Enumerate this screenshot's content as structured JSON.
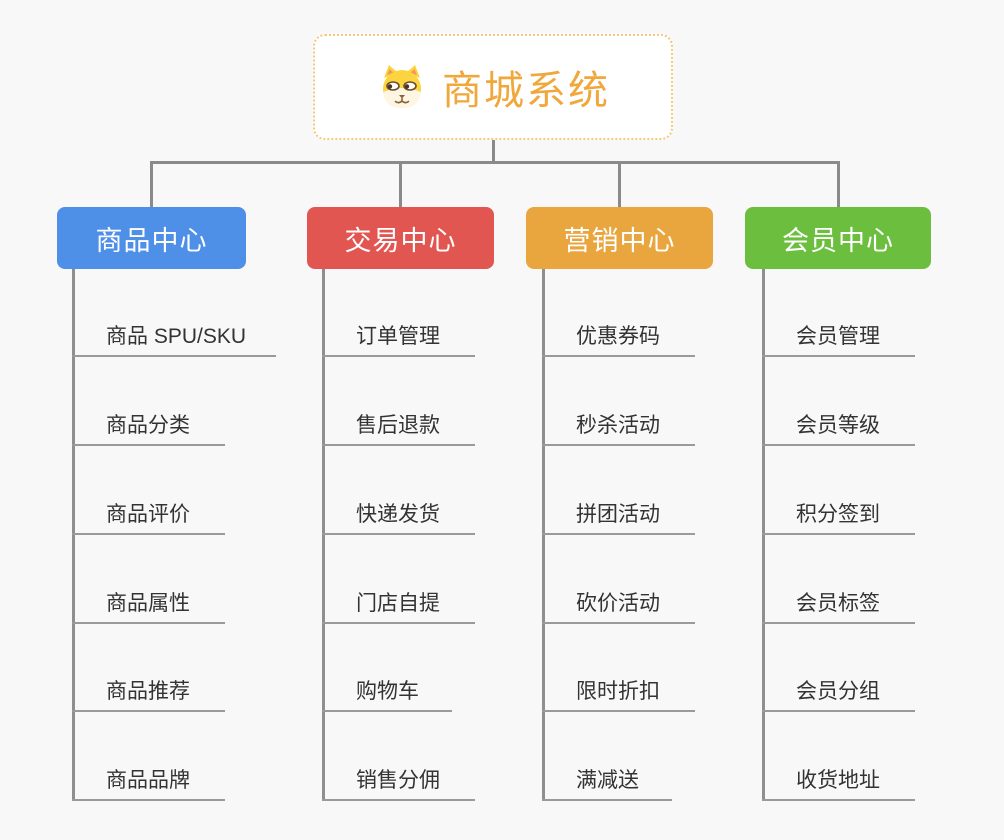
{
  "page": {
    "background_color": "#f8f8f9",
    "connector_color": "#8a8a8a",
    "underline_color": "#9a9a9a",
    "child_text_color": "#333333"
  },
  "root": {
    "label": "商城系统",
    "icon": "dog-face-icon",
    "text_color": "#f0a73c",
    "border_color": "#f5c87e",
    "background": "#ffffff"
  },
  "branches": [
    {
      "label": "商品中心",
      "color": "#4e8fe8",
      "children": [
        "商品 SPU/SKU",
        "商品分类",
        "商品评价",
        "商品属性",
        "商品推荐",
        "商品品牌"
      ]
    },
    {
      "label": "交易中心",
      "color": "#e25652",
      "children": [
        "订单管理",
        "售后退款",
        "快递发货",
        "门店自提",
        "购物车",
        "销售分佣"
      ]
    },
    {
      "label": "营销中心",
      "color": "#e9a63e",
      "children": [
        "优惠券码",
        "秒杀活动",
        "拼团活动",
        "砍价活动",
        "限时折扣",
        "满减送"
      ]
    },
    {
      "label": "会员中心",
      "color": "#6cbe3f",
      "children": [
        "会员管理",
        "会员等级",
        "积分签到",
        "会员标签",
        "会员分组",
        "收货地址"
      ]
    }
  ]
}
